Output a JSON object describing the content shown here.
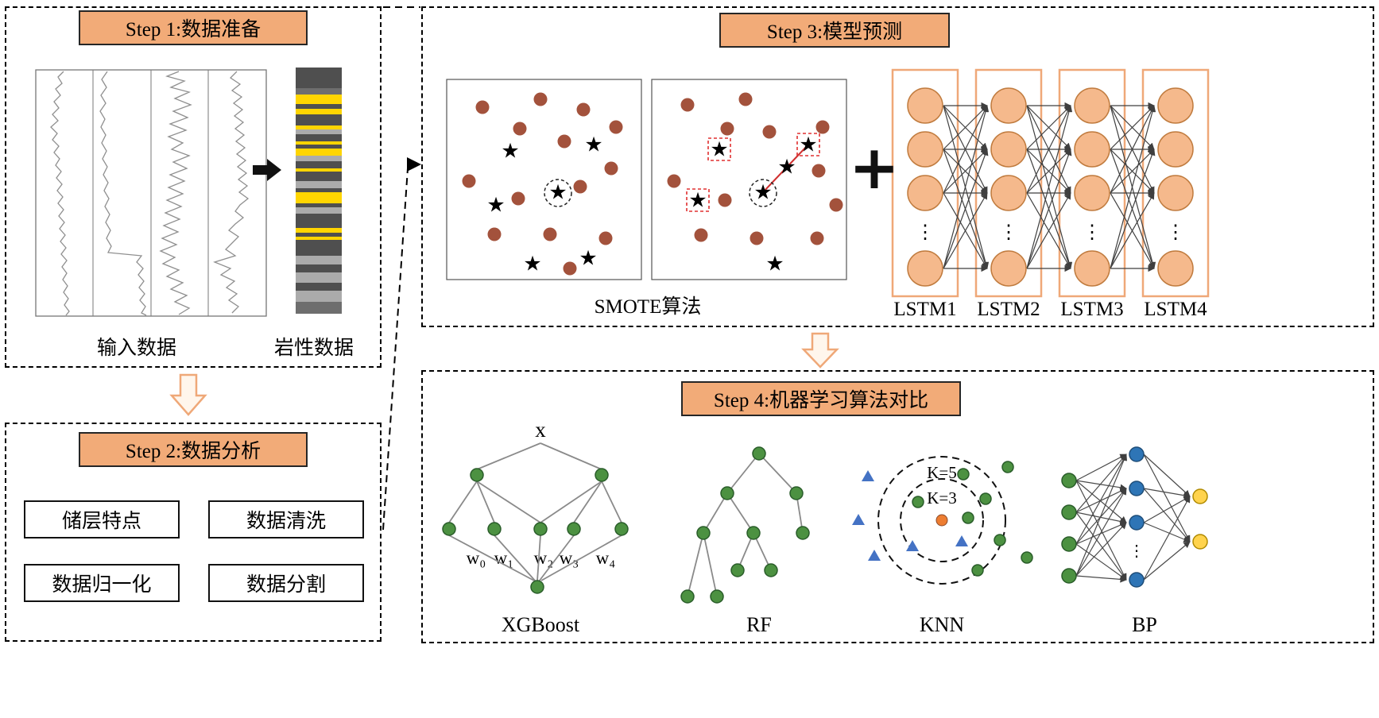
{
  "figure": {
    "type": "machine-learning-workflow-diagram"
  },
  "ellipsis": "⋮",
  "star_glyph": "★",
  "colors": {
    "header_fill": "#F2AB78",
    "majority_dot": "#A3523C",
    "minority_star": "#7B3FA0",
    "synthetic_star": "#8FAE58",
    "lstm_node": "#F5B98C",
    "lstm_frame": "#EFA878",
    "tree_node": "#4C9141",
    "knn_triangle": "#4472C4",
    "knn_center": "#ED7D31",
    "bp_input": "#4C9141",
    "bp_hidden": "#2E75B6",
    "bp_output": "#FFD34D"
  },
  "step1": {
    "title": "Step 1:数据准备",
    "input_label": "输入数据",
    "litho_label": "岩性数据"
  },
  "step2": {
    "title": "Step 2:数据分析",
    "boxes": [
      "储层特点",
      "数据清洗",
      "数据归一化",
      "数据分割"
    ]
  },
  "step3": {
    "title": "Step 3:模型预测",
    "smote_label": "SMOTE算法",
    "plus": "+",
    "lstm_labels": [
      "LSTM1",
      "LSTM2",
      "LSTM3",
      "LSTM4"
    ]
  },
  "step4": {
    "title": "Step 4:机器学习算法对比",
    "xgboost": {
      "root": "x",
      "weights": [
        "w₀",
        "w₁",
        "w₂",
        "w₃",
        "w₄"
      ],
      "label": "XGBoost"
    },
    "rf": {
      "label": "RF"
    },
    "knn": {
      "k5": "K=5",
      "k3": "K=3",
      "label": "KNN"
    },
    "bp": {
      "label": "BP"
    }
  }
}
